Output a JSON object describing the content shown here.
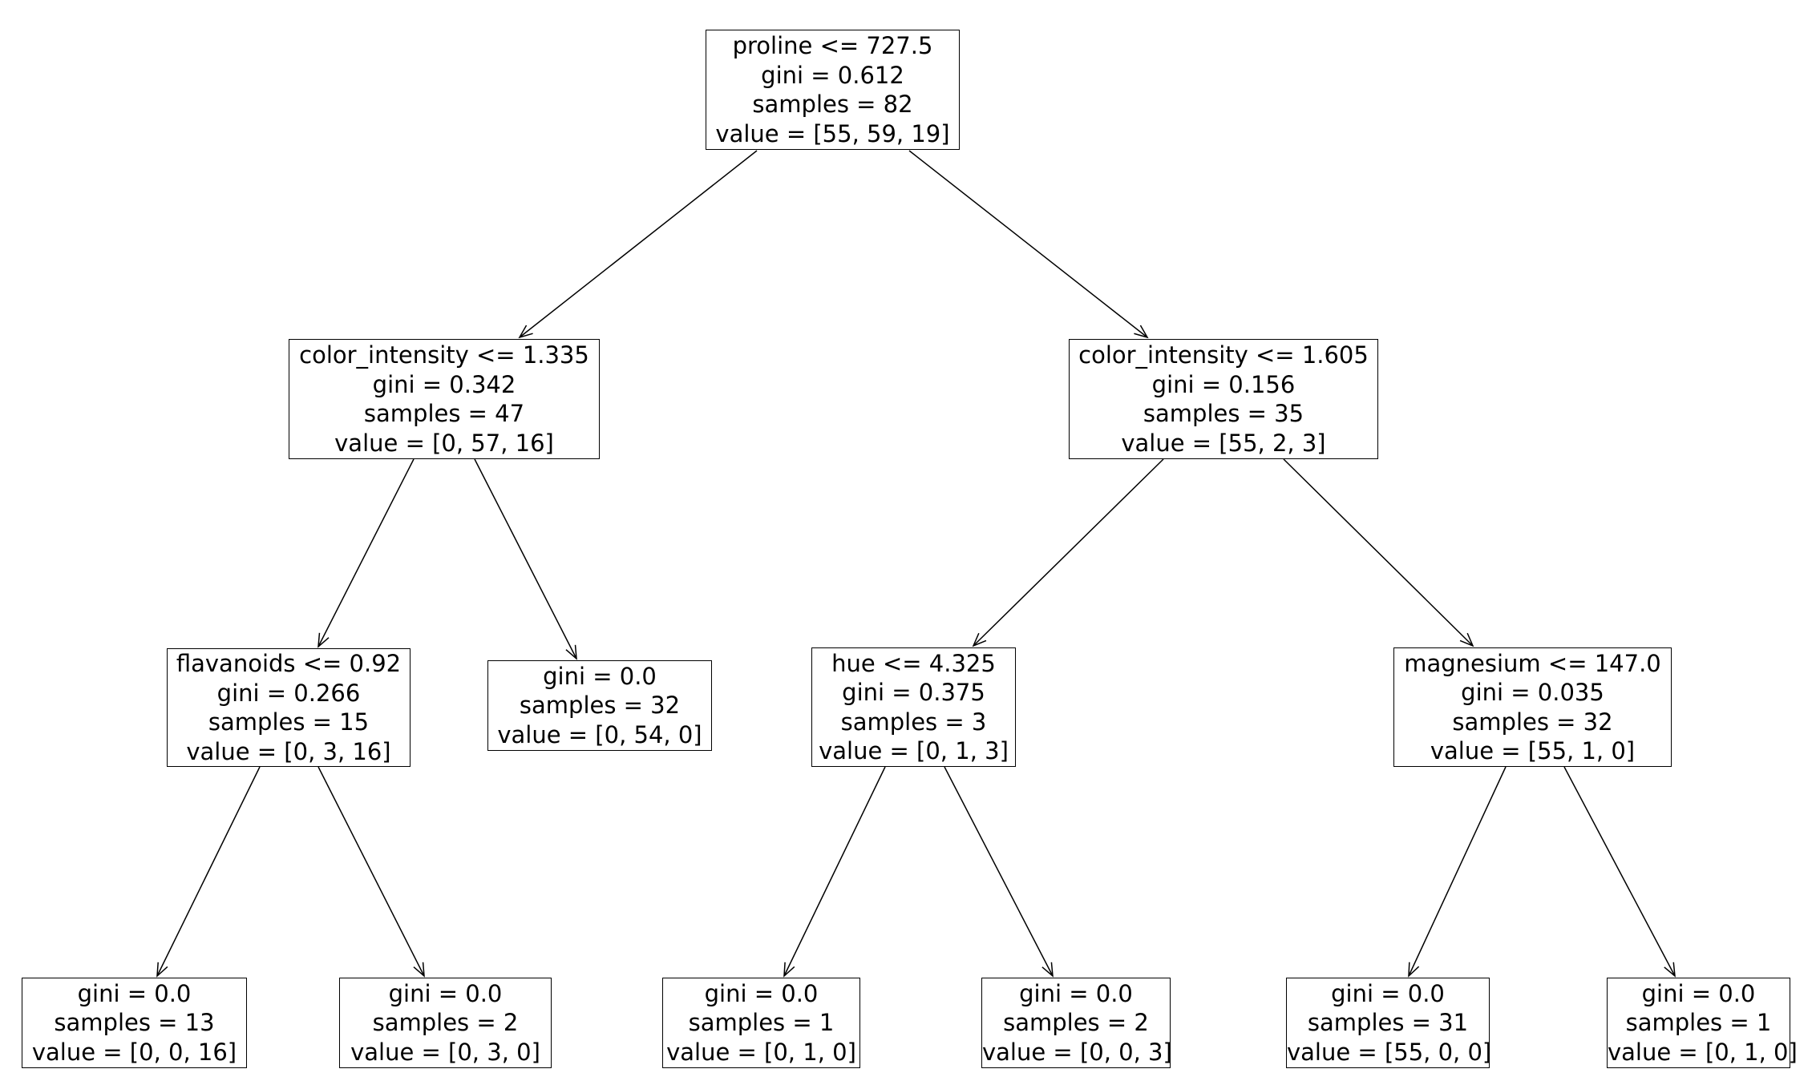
{
  "figure": {
    "background_color": "#ffffff",
    "node_fill_color": "#ffffff",
    "node_border_color": "#000000",
    "text_color": "#000000",
    "edge_color": "#000000"
  },
  "tree": {
    "nodes": [
      {
        "id": "root",
        "lines": [
          "proline <= 727.5",
          "gini = 0.612",
          "samples = 82",
          "value = [55, 59, 19]"
        ]
      },
      {
        "id": "l",
        "lines": [
          "color_intensity <= 1.335",
          "gini = 0.342",
          "samples = 47",
          "value = [0, 57, 16]"
        ]
      },
      {
        "id": "r",
        "lines": [
          "color_intensity <= 1.605",
          "gini = 0.156",
          "samples = 35",
          "value = [55, 2, 3]"
        ]
      },
      {
        "id": "ll",
        "lines": [
          "flavanoids <= 0.92",
          "gini = 0.266",
          "samples = 15",
          "value = [0, 3, 16]"
        ]
      },
      {
        "id": "lr",
        "lines": [
          "gini = 0.0",
          "samples = 32",
          "value = [0, 54, 0]"
        ]
      },
      {
        "id": "rl",
        "lines": [
          "hue <= 4.325",
          "gini = 0.375",
          "samples = 3",
          "value = [0, 1, 3]"
        ]
      },
      {
        "id": "rr",
        "lines": [
          "magnesium <= 147.0",
          "gini = 0.035",
          "samples = 32",
          "value = [55, 1, 0]"
        ]
      },
      {
        "id": "lll",
        "lines": [
          "gini = 0.0",
          "samples = 13",
          "value = [0, 0, 16]"
        ]
      },
      {
        "id": "llr",
        "lines": [
          "gini = 0.0",
          "samples = 2",
          "value = [0, 3, 0]"
        ]
      },
      {
        "id": "rll",
        "lines": [
          "gini = 0.0",
          "samples = 1",
          "value = [0, 1, 0]"
        ]
      },
      {
        "id": "rlr",
        "lines": [
          "gini = 0.0",
          "samples = 2",
          "value = [0, 0, 3]"
        ]
      },
      {
        "id": "rrl",
        "lines": [
          "gini = 0.0",
          "samples = 31",
          "value = [55, 0, 0]"
        ]
      },
      {
        "id": "rrr",
        "lines": [
          "gini = 0.0",
          "samples = 1",
          "value = [0, 1, 0]"
        ]
      }
    ],
    "edges": [
      [
        "root",
        "l"
      ],
      [
        "root",
        "r"
      ],
      [
        "l",
        "ll"
      ],
      [
        "l",
        "lr"
      ],
      [
        "r",
        "rl"
      ],
      [
        "r",
        "rr"
      ],
      [
        "ll",
        "lll"
      ],
      [
        "ll",
        "llr"
      ],
      [
        "rl",
        "rll"
      ],
      [
        "rl",
        "rlr"
      ],
      [
        "rr",
        "rrl"
      ],
      [
        "rr",
        "rrr"
      ]
    ]
  }
}
